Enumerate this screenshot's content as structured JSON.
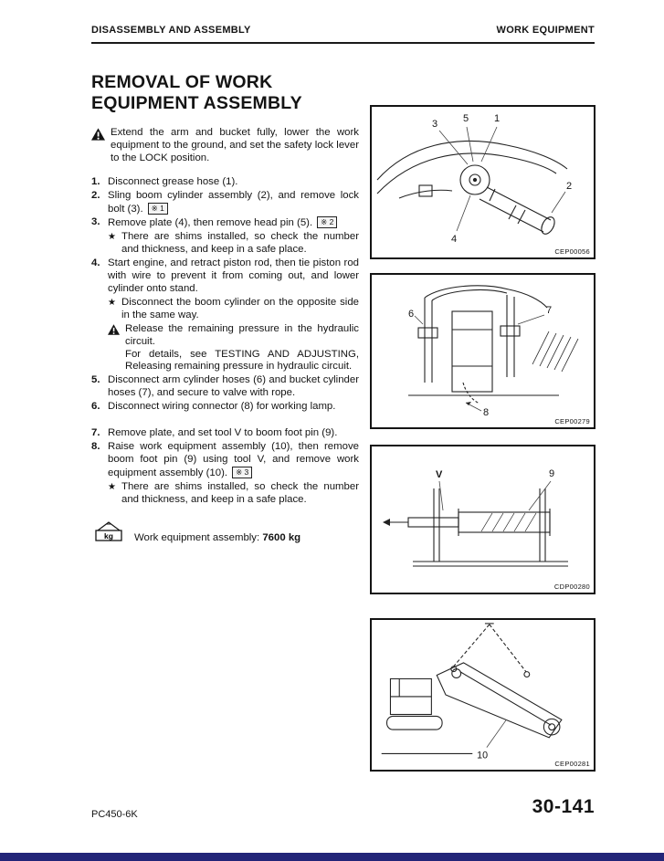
{
  "header": {
    "left": "DISASSEMBLY AND ASSEMBLY",
    "right": "WORK EQUIPMENT"
  },
  "title": {
    "line1": "REMOVAL OF WORK",
    "line2": "EQUIPMENT ASSEMBLY"
  },
  "warning": {
    "text": "Extend the arm and bucket fully, lower the work equipment to the ground, and set the safety lock lever to the LOCK position."
  },
  "icons": {
    "star": "★"
  },
  "steps": [
    {
      "num": "1.",
      "text": "Disconnect grease hose (1)."
    },
    {
      "num": "2.",
      "text": "Sling boom cylinder assembly (2), and remove lock bolt (3).",
      "badge": "※ 1"
    },
    {
      "num": "3.",
      "text": "Remove plate (4), then remove head pin (5).",
      "badge": "※ 2",
      "star": "There are shims installed, so check the number and thickness, and keep in a safe place."
    },
    {
      "num": "4.",
      "text": "Start engine, and retract piston rod, then tie piston rod with wire to prevent it from coming out, and lower cylinder onto stand.",
      "star": "Disconnect the boom cylinder on the opposite side in the same way.",
      "warning": "Release the remaining pressure in the hydraulic circuit.",
      "note": "For details, see TESTING AND ADJUSTING, Releasing remaining pressure in hydraulic circuit."
    },
    {
      "num": "5.",
      "text": "Disconnect arm cylinder hoses (6) and bucket cylinder hoses (7), and secure to valve with rope."
    },
    {
      "num": "6.",
      "text": "Disconnect wiring connector (8) for working lamp."
    },
    {
      "num": "7.",
      "text": "Remove plate, and set tool V to boom foot pin (9)."
    },
    {
      "num": "8.",
      "text": "Raise work equipment assembly (10), then remove boom foot pin (9) using tool V, and remove work equipment assembly (10).",
      "badge": "※ 3",
      "star": "There are shims installed, so check the number and thickness, and keep in a safe place."
    }
  ],
  "weight": {
    "icon_label": "kg",
    "label": "Work equipment assembly:",
    "value": "7600 kg"
  },
  "figures": [
    {
      "code": "CEP00056",
      "callouts": [
        "3",
        "5",
        "1",
        "2",
        "4"
      ]
    },
    {
      "code": "CEP00279",
      "callouts": [
        "6",
        "7",
        "8"
      ]
    },
    {
      "code": "CDP00280",
      "callouts": [
        "V",
        "9"
      ]
    },
    {
      "code": "CEP00281",
      "callouts": [
        "10"
      ]
    }
  ],
  "footer": {
    "model": "PC450-6K",
    "page_number": "30-141"
  }
}
